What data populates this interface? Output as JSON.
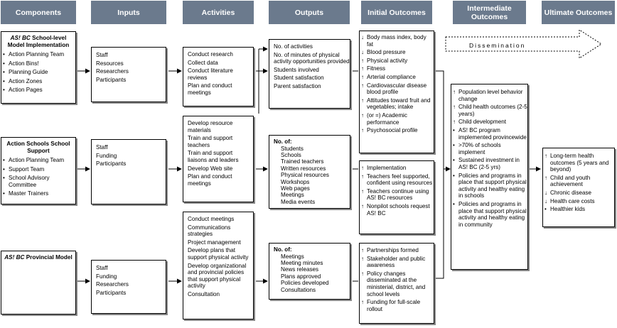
{
  "headers": [
    "Components",
    "Inputs",
    "Activities",
    "Outputs",
    "Initial Outcomes",
    "Intermediate Outcomes",
    "Ultimate Outcomes"
  ],
  "components": {
    "school": {
      "title_italic": "AS! BC",
      "title_rest": " School-level Model Implementation",
      "items": [
        "Action Planning Team",
        "Action Bins!",
        "Planning Guide",
        "Action Zones",
        "Action Pages"
      ]
    },
    "support": {
      "title": "Action Schools School Support",
      "items": [
        "Action Planning Team",
        "Support Team",
        "School Advisory Committee",
        "Master Trainers"
      ]
    },
    "provincial": {
      "title_italic": "AS! BC",
      "title_rest": " Provincial Model"
    }
  },
  "inputs": {
    "school": [
      "Staff",
      "Resources",
      "Researchers",
      "Participants"
    ],
    "support": [
      "Staff",
      "Funding",
      "Participants"
    ],
    "provincial": [
      "Staff",
      "Funding",
      "Researchers",
      "Participants"
    ]
  },
  "activities": {
    "school": [
      "Conduct research",
      "Collect data",
      "Conduct literature reviews",
      "Plan and conduct meetings"
    ],
    "support": [
      "Develop resource materials",
      "Train and support teachers",
      "Train and support liaisons and leaders",
      "Develop Web site",
      "Plan and conduct meetings"
    ],
    "provincial": [
      "Conduct meetings",
      "Communications strategies",
      "Project management",
      "Develop plans that support physical activity",
      "Develop organizational and provincial policies that support physical activity",
      "Consultation"
    ]
  },
  "outputs": {
    "school": [
      "No. of activities",
      "No. of minutes of physical activity opportunities provided",
      "Students involved",
      "Student satisfaction",
      "Parent satisfaction"
    ],
    "support": {
      "prefix": "No. of:",
      "items": [
        "Students",
        "Schools",
        "Trained teachers",
        "Written resources",
        "Physical resources",
        "Workshops",
        "Web pages",
        "Meetings",
        "Media events"
      ]
    },
    "provincial": {
      "prefix": "No. of:",
      "items": [
        "Meetings",
        "Meeting minutes",
        "News releases",
        "Plans approved",
        "Policies developed",
        "Consultations"
      ]
    }
  },
  "initial": {
    "school": [
      {
        "arrow": "↓",
        "text": "Body mass index, body fat"
      },
      {
        "arrow": "↓",
        "text": "Blood pressure"
      },
      {
        "arrow": "↑",
        "text": "Physical activity"
      },
      {
        "arrow": "↑",
        "text": "Fitness"
      },
      {
        "arrow": "↑",
        "text": "Arterial compliance"
      },
      {
        "arrow": "↑",
        "text": "Cardiovascular disease blood profile"
      },
      {
        "arrow": "↑",
        "text": "Attitudes toward fruit and vegetables; intake"
      },
      {
        "arrow": "↑",
        "text": "(or =) Academic performance"
      },
      {
        "arrow": "↑",
        "text": "Psychosocial profile"
      }
    ],
    "support": [
      {
        "arrow": "↑",
        "text": "Implementation"
      },
      {
        "arrow": "↑",
        "text": "Teachers feel supported, confident using resources"
      },
      {
        "arrow": "↑",
        "text": "Teachers continue using AS! BC resources"
      },
      {
        "arrow": "↑",
        "text": "Nonpilot schools request AS! BC"
      }
    ],
    "provincial": [
      {
        "arrow": "↑",
        "text": "Partnerships formed"
      },
      {
        "arrow": "↑",
        "text": "Stakeholder and public awareness"
      },
      {
        "arrow": "↑",
        "text": "Policy changes disseminated at the ministerial, district, and school levels"
      },
      {
        "arrow": "↑",
        "text": "Funding for full-scale rollout"
      }
    ]
  },
  "intermediate": [
    {
      "arrow": "↑",
      "text": "Population level behavior change"
    },
    {
      "arrow": "↑",
      "text": "Child health outcomes (2-5 years)"
    },
    {
      "arrow": "↑",
      "text": "Child development"
    },
    {
      "arrow": "•",
      "text": "AS! BC program implemented provincewide"
    },
    {
      "arrow": "•",
      "text": ">70% of schools implement"
    },
    {
      "arrow": "•",
      "text": "Sustained investment in AS! BC (2-5 yrs)"
    },
    {
      "arrow": "•",
      "text": "Policies and programs in place that support physical activity and healthy eating in schools"
    },
    {
      "arrow": "•",
      "text": "Policies and programs in place that support physical activity and healthy eating in community"
    }
  ],
  "ultimate": [
    {
      "arrow": "↑",
      "text": "Long-term health outcomes (5 years and beyond)"
    },
    {
      "arrow": "↑",
      "text": "Child and youth achievement"
    },
    {
      "arrow": "↓",
      "text": "Chronic disease"
    },
    {
      "arrow": "↓",
      "text": "Health care costs"
    },
    {
      "arrow": "•",
      "text": "Healthier kids"
    }
  ],
  "dissemination": "Dissemination",
  "colors": {
    "header": "#6b7a8d",
    "shadow": "#888888"
  }
}
